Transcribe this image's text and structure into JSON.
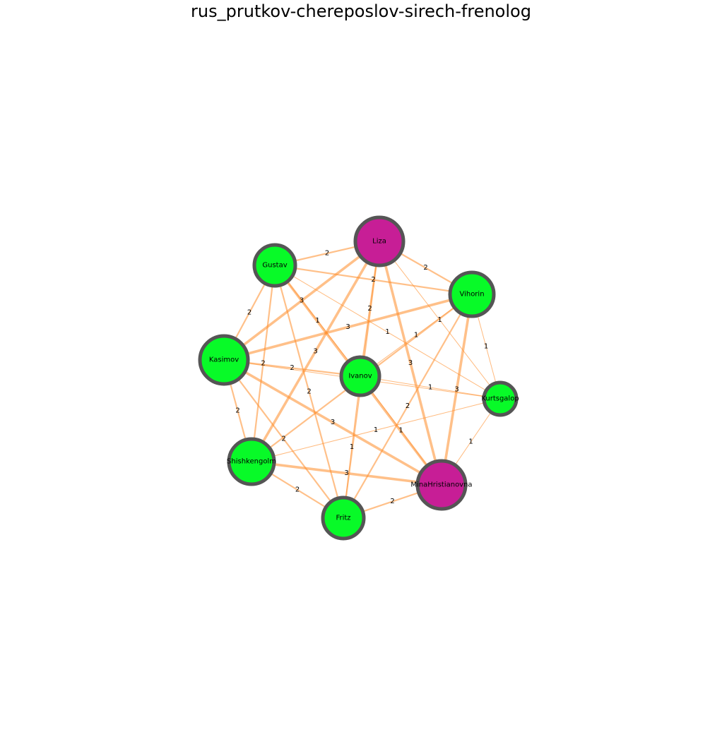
{
  "title": "rus_prutkov-chereposlov-sirech-frenolog",
  "colors": {
    "edge": "#ff8c28",
    "node_stroke": "#555555",
    "node_green": "#08fa28",
    "node_magenta": "#c71e96",
    "background": "#ffffff"
  },
  "nodes": [
    {
      "id": "Liza",
      "label": "Liza",
      "color": "magenta",
      "size": 34
    },
    {
      "id": "Gustav",
      "label": "Gustav",
      "color": "green",
      "size": 29
    },
    {
      "id": "Vihorin",
      "label": "Vihorin",
      "color": "green",
      "size": 31
    },
    {
      "id": "Kasimov",
      "label": "Kasimov",
      "color": "green",
      "size": 34
    },
    {
      "id": "Ivanov",
      "label": "Ivanov",
      "color": "green",
      "size": 27
    },
    {
      "id": "Kurtsgalop",
      "label": "Kurtsgalop",
      "color": "green",
      "size": 23
    },
    {
      "id": "Shishkengolm",
      "label": "Shishkengolm",
      "color": "green",
      "size": 32
    },
    {
      "id": "MinaHristianovna",
      "label": "MinaHristianovna",
      "color": "magenta",
      "size": 34
    },
    {
      "id": "Fritz",
      "label": "Fritz",
      "color": "green",
      "size": 29
    }
  ],
  "edges": [
    {
      "source": "Liza",
      "target": "Gustav",
      "weight": 2
    },
    {
      "source": "Liza",
      "target": "Vihorin",
      "weight": 2
    },
    {
      "source": "Liza",
      "target": "Kasimov",
      "weight": 3
    },
    {
      "source": "Liza",
      "target": "Ivanov",
      "weight": 2
    },
    {
      "source": "Liza",
      "target": "Shishkengolm",
      "weight": 3
    },
    {
      "source": "Liza",
      "target": "MinaHristianovna",
      "weight": 3
    },
    {
      "source": "Liza",
      "target": "Kurtsgalop",
      "weight": 1
    },
    {
      "source": "Liza",
      "target": "Fritz",
      "weight": 2
    },
    {
      "source": "Gustav",
      "target": "Vihorin",
      "weight": 2
    },
    {
      "source": "Gustav",
      "target": "Kasimov",
      "weight": 2
    },
    {
      "source": "Gustav",
      "target": "Ivanov",
      "weight": 1
    },
    {
      "source": "Gustav",
      "target": "Kurtsgalop",
      "weight": 1
    },
    {
      "source": "Gustav",
      "target": "MinaHristianovna",
      "weight": 3
    },
    {
      "source": "Gustav",
      "target": "Fritz",
      "weight": 2
    },
    {
      "source": "Gustav",
      "target": "Shishkengolm",
      "weight": 2
    },
    {
      "source": "Vihorin",
      "target": "Kasimov",
      "weight": 3
    },
    {
      "source": "Vihorin",
      "target": "Ivanov",
      "weight": 1
    },
    {
      "source": "Vihorin",
      "target": "Kurtsgalop",
      "weight": 1
    },
    {
      "source": "Vihorin",
      "target": "MinaHristianovna",
      "weight": 3
    },
    {
      "source": "Vihorin",
      "target": "Fritz",
      "weight": 2
    },
    {
      "source": "Vihorin",
      "target": "Shishkengolm",
      "weight": 2
    },
    {
      "source": "Kasimov",
      "target": "Ivanov",
      "weight": 2
    },
    {
      "source": "Kasimov",
      "target": "Kurtsgalop",
      "weight": 1
    },
    {
      "source": "Kasimov",
      "target": "Shishkengolm",
      "weight": 2
    },
    {
      "source": "Kasimov",
      "target": "MinaHristianovna",
      "weight": 3
    },
    {
      "source": "Kasimov",
      "target": "Fritz",
      "weight": 2
    },
    {
      "source": "Ivanov",
      "target": "Kurtsgalop",
      "weight": 1
    },
    {
      "source": "Ivanov",
      "target": "MinaHristianovna",
      "weight": 1
    },
    {
      "source": "Ivanov",
      "target": "Fritz",
      "weight": 1
    },
    {
      "source": "Shishkengolm",
      "target": "Kurtsgalop",
      "weight": 1
    },
    {
      "source": "Shishkengolm",
      "target": "MinaHristianovna",
      "weight": 3
    },
    {
      "source": "Shishkengolm",
      "target": "Fritz",
      "weight": 2
    },
    {
      "source": "MinaHristianovna",
      "target": "Fritz",
      "weight": 2
    },
    {
      "source": "MinaHristianovna",
      "target": "Kurtsgalop",
      "weight": 1
    }
  ]
}
